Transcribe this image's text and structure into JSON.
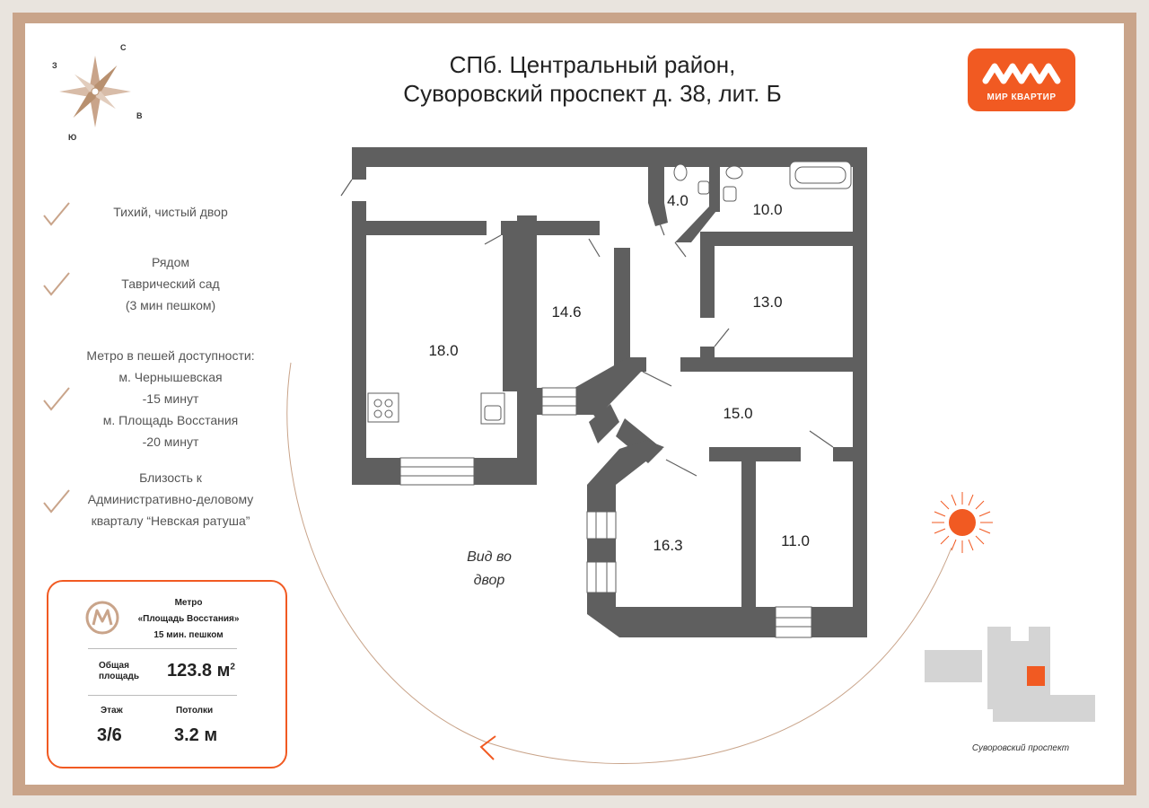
{
  "header": {
    "title_line1": "СПб. Центральный район,",
    "title_line2": "Суворовский проспект д. 38, лит. Б"
  },
  "logo": {
    "text": "МИР КВАРТИР",
    "color": "#f15a22"
  },
  "compass": {
    "north": "С",
    "west": "З",
    "east": "В",
    "south": "Ю"
  },
  "features": [
    {
      "lines": [
        "Тихий, чистый двор"
      ]
    },
    {
      "lines": [
        "Рядом",
        "Таврический сад",
        "(3 мин пешком)"
      ]
    },
    {
      "lines": [
        "Метро в пешей доступности:",
        "м. Чернышевская",
        "-15 минут",
        "м. Площадь Восстания",
        "-20 минут"
      ]
    },
    {
      "lines": [
        "Близость к",
        "Административно-деловому",
        "кварталу “Невская ратуша”"
      ]
    }
  ],
  "info": {
    "metro_label": "Метро",
    "metro_station": "«Площадь Восстания»",
    "metro_walk": "15 мин. пешком",
    "area_label_1": "Общая",
    "area_label_2": "площадь",
    "area_value": "123.8 м",
    "area_sup": "2",
    "floor_label": "Этаж",
    "floor_value": "3/6",
    "ceiling_label": "Потолки",
    "ceiling_value": "3.2 м"
  },
  "rooms": [
    {
      "area": "4.0"
    },
    {
      "area": "10.0"
    },
    {
      "area": "13.0"
    },
    {
      "area": "14.6"
    },
    {
      "area": "18.0"
    },
    {
      "area": "15.0"
    },
    {
      "area": "16.3"
    },
    {
      "area": "11.0"
    }
  ],
  "yard": {
    "line1": "Вид во",
    "line2": "двор"
  },
  "street": "Суворовский проспект",
  "colors": {
    "accent": "#f15a22",
    "frame": "#c9a48a",
    "wall": "#5f5f5f"
  }
}
